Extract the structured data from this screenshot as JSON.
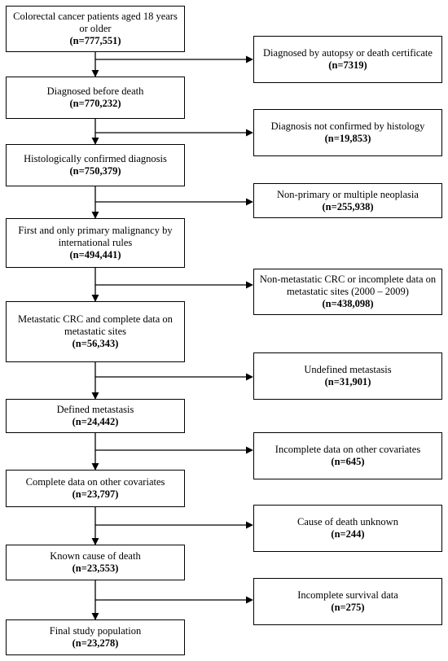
{
  "main_steps": [
    {
      "text": "Colorectal cancer patients aged 18 years or older",
      "n": "(n=777,551)"
    },
    {
      "text": "Diagnosed before death",
      "n": "(n=770,232)"
    },
    {
      "text": "Histologically confirmed diagnosis",
      "n": "(n=750,379)"
    },
    {
      "text": "First and only primary malignancy by international rules",
      "n": "(n=494,441)"
    },
    {
      "text": "Metastatic CRC and complete data on metastatic sites",
      "n": "(n=56,343)"
    },
    {
      "text": "Defined metastasis",
      "n": "(n=24,442)"
    },
    {
      "text": "Complete data on other covariates",
      "n": "(n=23,797)"
    },
    {
      "text": "Known cause of death",
      "n": "(n=23,553)"
    },
    {
      "text": "Final study population",
      "n": "(n=23,278)"
    }
  ],
  "exclusions": [
    {
      "text": "Diagnosed by autopsy or death certificate",
      "n": "(n=7319)"
    },
    {
      "text": "Diagnosis not confirmed by histology",
      "n": "(n=19,853)"
    },
    {
      "text": "Non-primary or multiple neoplasia",
      "n": "(n=255,938)"
    },
    {
      "text": "Non-metastatic CRC or incomplete data on metastatic sites (2000 – 2009)",
      "n": "(n=438,098)"
    },
    {
      "text": "Undefined metastasis",
      "n": "(n=31,901)"
    },
    {
      "text": "Incomplete data on other covariates",
      "n": "(n=645)"
    },
    {
      "text": "Cause of death unknown",
      "n": "(n=244)"
    },
    {
      "text": "Incomplete survival data",
      "n": "(n=275)"
    }
  ]
}
